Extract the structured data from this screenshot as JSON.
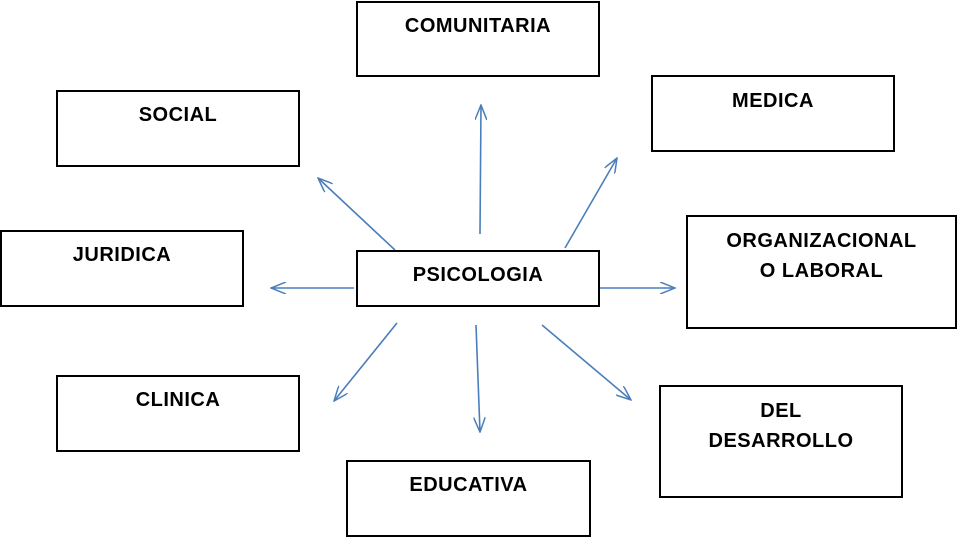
{
  "diagram": {
    "center": {
      "label": "PSICOLOGIA"
    },
    "branches": {
      "comunitaria": "COMUNITARIA",
      "medica": "MEDICA",
      "social": "SOCIAL",
      "juridica": "JURIDICA",
      "organizacional": "ORGANIZACIONAL\nO LABORAL",
      "clinica": "CLINICA",
      "educativa": "EDUCATIVA",
      "desarrollo": "DEL\nDESARROLLO"
    },
    "colors": {
      "arrow": "#4a7ebb",
      "box_border": "#000000",
      "text": "#000000",
      "background": "#ffffff"
    }
  }
}
